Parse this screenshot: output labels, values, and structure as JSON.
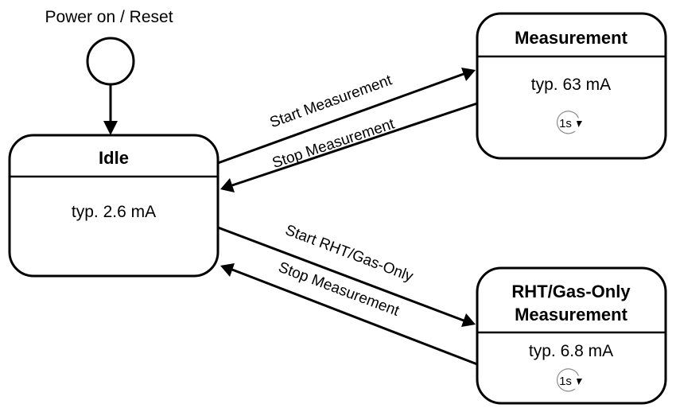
{
  "initial": {
    "label": "Power on / Reset"
  },
  "states": {
    "idle": {
      "title": "Idle",
      "current": "typ. 2.6 mA"
    },
    "measurement": {
      "title": "Measurement",
      "current": "typ. 63 mA",
      "timer": "1s"
    },
    "rht_gas_only": {
      "title_line1": "RHT/Gas-Only",
      "title_line2": "Measurement",
      "current": "typ. 6.8 mA",
      "timer": "1s"
    }
  },
  "transitions": {
    "start_measurement": "Start Measurement",
    "stop_measurement_upper": "Stop Measurement",
    "start_rht_gas_only": "Start RHT/Gas-Only",
    "stop_measurement_lower": "Stop Measurement"
  },
  "colors": {
    "stroke": "#000000",
    "fill": "#ffffff",
    "timer_arc": "#8c8c8c"
  }
}
